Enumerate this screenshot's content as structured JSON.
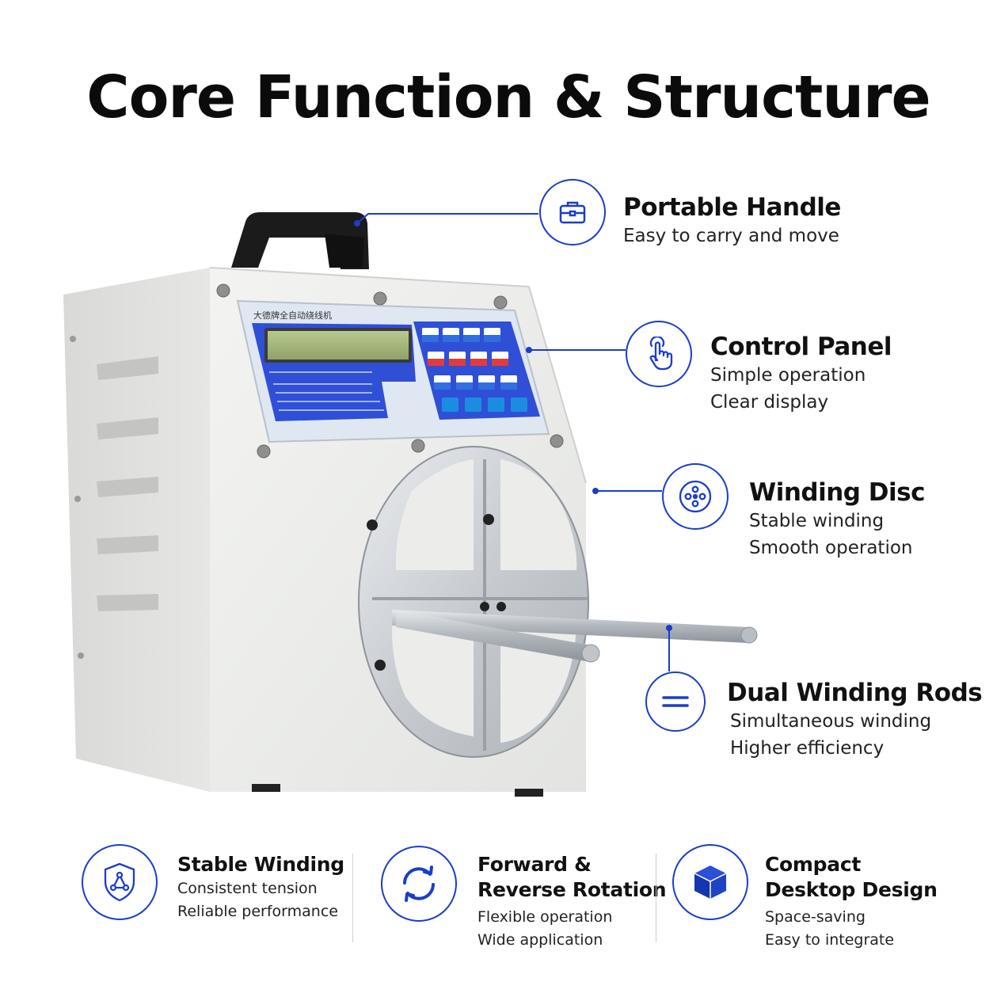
{
  "title": "Core Function & Structure",
  "colors": {
    "accent": "#1a3ec8",
    "panel": "#2f4fd6",
    "machine_body": "#ecedeb"
  },
  "panel_text": {
    "header": "大德牌全自动绕线机"
  },
  "features": [
    {
      "icon": "briefcase-icon",
      "title": "Portable Handle",
      "lines": [
        "Easy to carry and move"
      ]
    },
    {
      "icon": "touch-hand-icon",
      "title": "Control Panel",
      "lines": [
        "Simple operation",
        "Clear display"
      ]
    },
    {
      "icon": "disc-icon",
      "title": "Winding Disc",
      "lines": [
        "Stable winding",
        "Smooth operation"
      ]
    },
    {
      "icon": "rods-icon",
      "title": "Dual Winding Rods",
      "lines": [
        "Simultaneous winding",
        "Higher efficiency"
      ]
    }
  ],
  "bottom_features": [
    {
      "icon": "shield-icon",
      "title_lines": [
        "Stable Winding"
      ],
      "lines": [
        "Consistent tension",
        "Reliable performance"
      ]
    },
    {
      "icon": "rotation-icon",
      "title_lines": [
        "Forward &",
        "Reverse Rotation"
      ],
      "lines": [
        "Flexible operation",
        "Wide application"
      ]
    },
    {
      "icon": "cube-icon",
      "title_lines": [
        "Compact",
        "Desktop Design"
      ],
      "lines": [
        "Space-saving",
        "Easy to integrate"
      ]
    }
  ]
}
